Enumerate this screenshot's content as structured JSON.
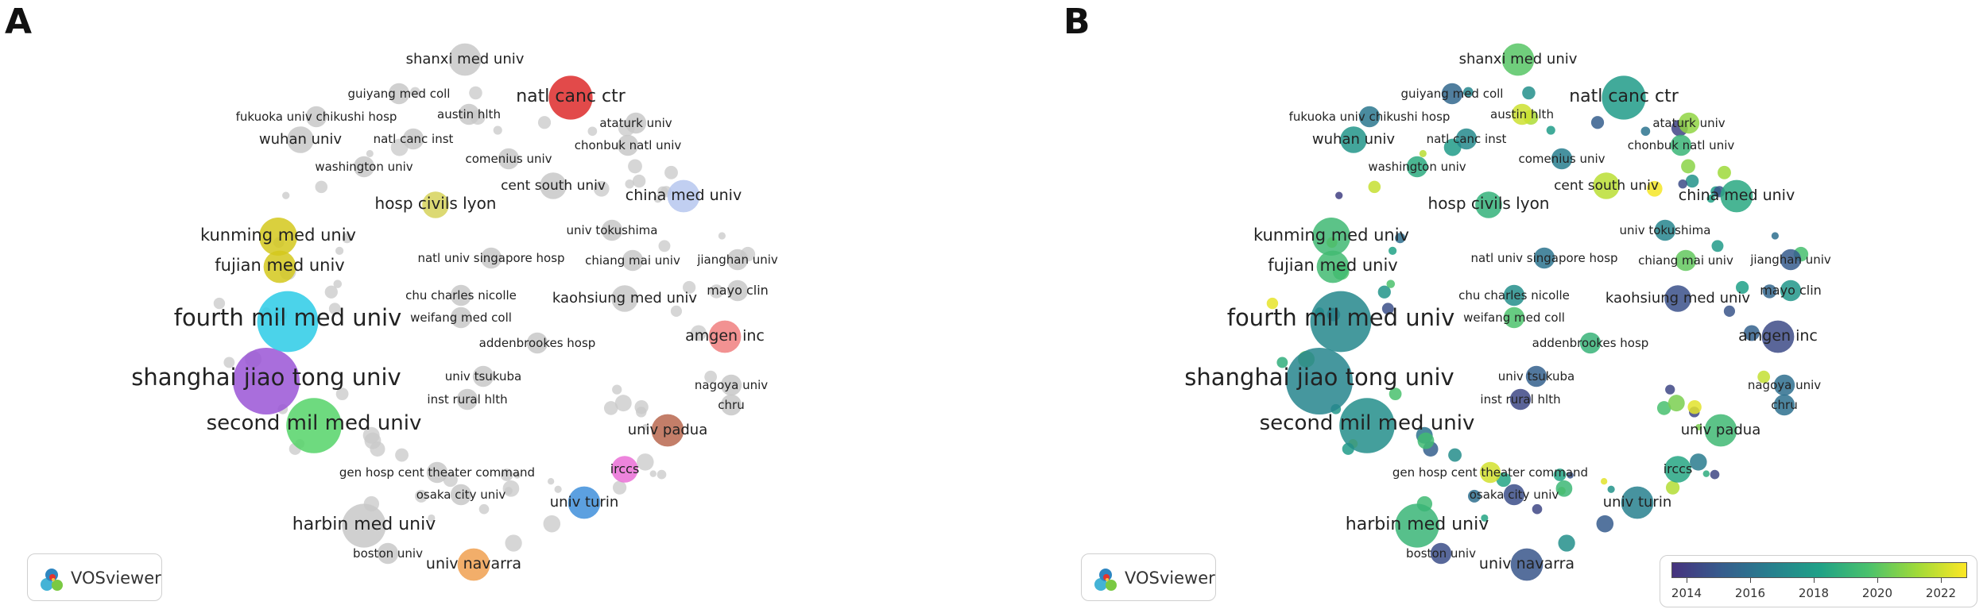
{
  "panels": {
    "a": {
      "letter": "A",
      "badge": "VOSviewer"
    },
    "b": {
      "letter": "B",
      "badge": "VOSviewer"
    }
  },
  "overlay_scale": {
    "ticks": [
      "2014",
      "2016",
      "2018",
      "2020",
      "2022"
    ]
  },
  "colors": {
    "gray": "#c8c8c8",
    "viridis": [
      "#46327e",
      "#365c8d",
      "#277f8e",
      "#1fa187",
      "#4ac16d",
      "#a0da39",
      "#fde725"
    ]
  },
  "nodes": [
    {
      "id": "shanxi-med-univ",
      "label": "shanxi med univ",
      "weight": 4,
      "cluster": "gray",
      "year": 2019.8
    },
    {
      "id": "gulyang-med-coll",
      "label": "guiyang med coll",
      "weight": 2,
      "cluster": "gray",
      "year": 2015.5
    },
    {
      "id": "natl-canc-ctr",
      "label": "natl canc ctr",
      "weight": 6,
      "cluster": "red",
      "year": 2017.8
    },
    {
      "id": "fukuoka-univ-chikushi-hosp",
      "label": "fukuoka univ chikushi hosp",
      "weight": 2,
      "cluster": "gray",
      "year": 2016.2
    },
    {
      "id": "austin-hlth",
      "label": "austin hlth",
      "weight": 2,
      "cluster": "gray",
      "year": 2021.8
    },
    {
      "id": "ataturk-univ",
      "label": "ataturk univ",
      "weight": 2,
      "cluster": "gray",
      "year": 2020.8
    },
    {
      "id": "wuhan-univ",
      "label": "wuhan univ",
      "weight": 3,
      "cluster": "gray",
      "year": 2017.5
    },
    {
      "id": "natl-canc-inst",
      "label": "natl canc inst",
      "weight": 2,
      "cluster": "gray",
      "year": 2017.0
    },
    {
      "id": "chonbuk-natl-univ",
      "label": "chonbuk natl univ",
      "weight": 2,
      "cluster": "gray",
      "year": 2019.0
    },
    {
      "id": "washington-univ",
      "label": "washington univ",
      "weight": 2,
      "cluster": "gray",
      "year": 2018.5
    },
    {
      "id": "comenius-univ",
      "label": "comenius univ",
      "weight": 2,
      "cluster": "gray",
      "year": 2016.5
    },
    {
      "id": "cent-south-univ",
      "label": "cent south univ",
      "weight": 3,
      "cluster": "gray",
      "year": 2021.5
    },
    {
      "id": "china-med-univ",
      "label": "china med univ",
      "weight": 4,
      "cluster": "lavender",
      "year": 2018.4
    },
    {
      "id": "hosp-civils-lyon",
      "label": "hosp civils lyon",
      "weight": 3,
      "cluster": "olive",
      "year": 2018.8
    },
    {
      "id": "univ-tokushima",
      "label": "univ tokushima",
      "weight": 2,
      "cluster": "gray",
      "year": 2016.8
    },
    {
      "id": "kunming-med-univ",
      "label": "kunming med univ",
      "weight": 5,
      "cluster": "yellow",
      "year": 2019.2
    },
    {
      "id": "jianghan-univ",
      "label": "jianghan univ",
      "weight": 2,
      "cluster": "gray",
      "year": 2015.0
    },
    {
      "id": "natl-univ-singapore-hosp",
      "label": "natl univ singapore hosp",
      "weight": 2,
      "cluster": "gray",
      "year": 2016.0
    },
    {
      "id": "chiang-mai-univ",
      "label": "chiang mai univ",
      "weight": 2,
      "cluster": "gray",
      "year": 2020.0
    },
    {
      "id": "fujian-med-univ",
      "label": "fujian med univ",
      "weight": 4,
      "cluster": "yellow",
      "year": 2019.3
    },
    {
      "id": "mayo-clin",
      "label": "mayo clin",
      "weight": 2,
      "cluster": "gray",
      "year": 2017.6
    },
    {
      "id": "chu-charles-nicolle",
      "label": "chu charles nicolle",
      "weight": 2,
      "cluster": "gray",
      "year": 2017.2
    },
    {
      "id": "kaohsiung-med-univ",
      "label": "kaohsiung med univ",
      "weight": 3,
      "cluster": "gray",
      "year": 2014.6
    },
    {
      "id": "fourth-mil-med-univ",
      "label": "fourth mil med univ",
      "weight": 9,
      "cluster": "cyan",
      "year": 2016.9
    },
    {
      "id": "weifang-med-coll",
      "label": "weifang med coll",
      "weight": 2,
      "cluster": "gray",
      "year": 2019.6
    },
    {
      "id": "addenbrookes-hosp",
      "label": "addenbrookes hosp",
      "weight": 2,
      "cluster": "gray",
      "year": 2018.9
    },
    {
      "id": "amgen-inc",
      "label": "amgen inc",
      "weight": 4,
      "cluster": "salmon",
      "year": 2014.4
    },
    {
      "id": "nagoya-univ",
      "label": "nagoya univ",
      "weight": 2,
      "cluster": "gray",
      "year": 2015.8
    },
    {
      "id": "univ-tsukuba",
      "label": "univ tsukuba",
      "weight": 2,
      "cluster": "gray",
      "year": 2015.2
    },
    {
      "id": "shanghai-jiao-tong-univ",
      "label": "shanghai jiao tong univ",
      "weight": 10,
      "cluster": "purple",
      "year": 2016.8
    },
    {
      "id": "chru",
      "label": "chru",
      "weight": 2,
      "cluster": "gray",
      "year": 2015.9
    },
    {
      "id": "inst-rural-hlth",
      "label": "inst rural hlth",
      "weight": 2,
      "cluster": "gray",
      "year": 2014.3
    },
    {
      "id": "univ-padua",
      "label": "univ padua",
      "weight": 4,
      "cluster": "brown",
      "year": 2019.2
    },
    {
      "id": "second-mil-med-univ",
      "label": "second mil med univ",
      "weight": 8,
      "cluster": "green",
      "year": 2017.2
    },
    {
      "id": "irccs",
      "label": "irccs",
      "weight": 3,
      "cluster": "pink",
      "year": 2018.3
    },
    {
      "id": "gen-hosp-cent-theater-command",
      "label": "gen hosp cent theater command",
      "weight": 2,
      "cluster": "gray",
      "year": 2021.9
    },
    {
      "id": "osaka-city-univ",
      "label": "osaka city univ",
      "weight": 2,
      "cluster": "gray",
      "year": 2014.5
    },
    {
      "id": "univ-turin",
      "label": "univ turin",
      "weight": 4,
      "cluster": "blue",
      "year": 2016.6
    },
    {
      "id": "harbin-med-univ",
      "label": "harbin med univ",
      "weight": 6,
      "cluster": "gray",
      "year": 2019.0
    },
    {
      "id": "boston-univ",
      "label": "boston univ",
      "weight": 2,
      "cluster": "gray",
      "year": 2014.5
    },
    {
      "id": "univ-navarra",
      "label": "univ navarra",
      "weight": 4,
      "cluster": "orange",
      "year": 2014.8
    }
  ]
}
